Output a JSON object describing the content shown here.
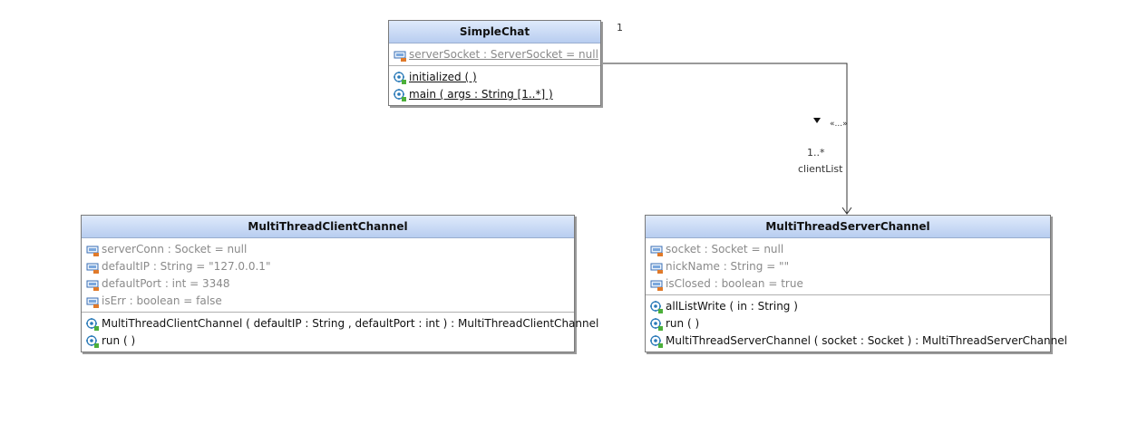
{
  "classes": {
    "simple_chat": {
      "name": "SimpleChat",
      "attributes": [
        "serverSocket : ServerSocket = null"
      ],
      "operations": [
        "initialized ( )",
        "main ( args : String [1..*] )"
      ]
    },
    "client_channel": {
      "name": "MultiThreadClientChannel",
      "attributes": [
        "serverConn : Socket = null",
        "defaultIP : String = \"127.0.0.1\"",
        "defaultPort : int = 3348",
        "isErr : boolean = false"
      ],
      "operations": [
        "MultiThreadClientChannel ( defaultIP : String , defaultPort : int ) :  MultiThreadClientChannel",
        "run ( )"
      ]
    },
    "server_channel": {
      "name": "MultiThreadServerChannel",
      "attributes": [
        "socket : Socket = null",
        "nickName : String = \"\"",
        "isClosed : boolean = true"
      ],
      "operations": [
        "allListWrite ( in : String )",
        "run ( )",
        "MultiThreadServerChannel ( socket : Socket ) :  MultiThreadServerChannel"
      ]
    }
  },
  "association": {
    "source_multiplicity": "1",
    "target_multiplicity": "1..*",
    "role": "clientList",
    "stereotype": "«...»"
  },
  "icons": {
    "attribute": "field-icon",
    "operation": "method-icon"
  },
  "colors": {
    "header_top": "#dfeafb",
    "header_bottom": "#b8cdf0",
    "attribute_text": "#8a8a8a",
    "operation_icon": "#2a7ab8",
    "attribute_icon": "#3b6fb5"
  }
}
